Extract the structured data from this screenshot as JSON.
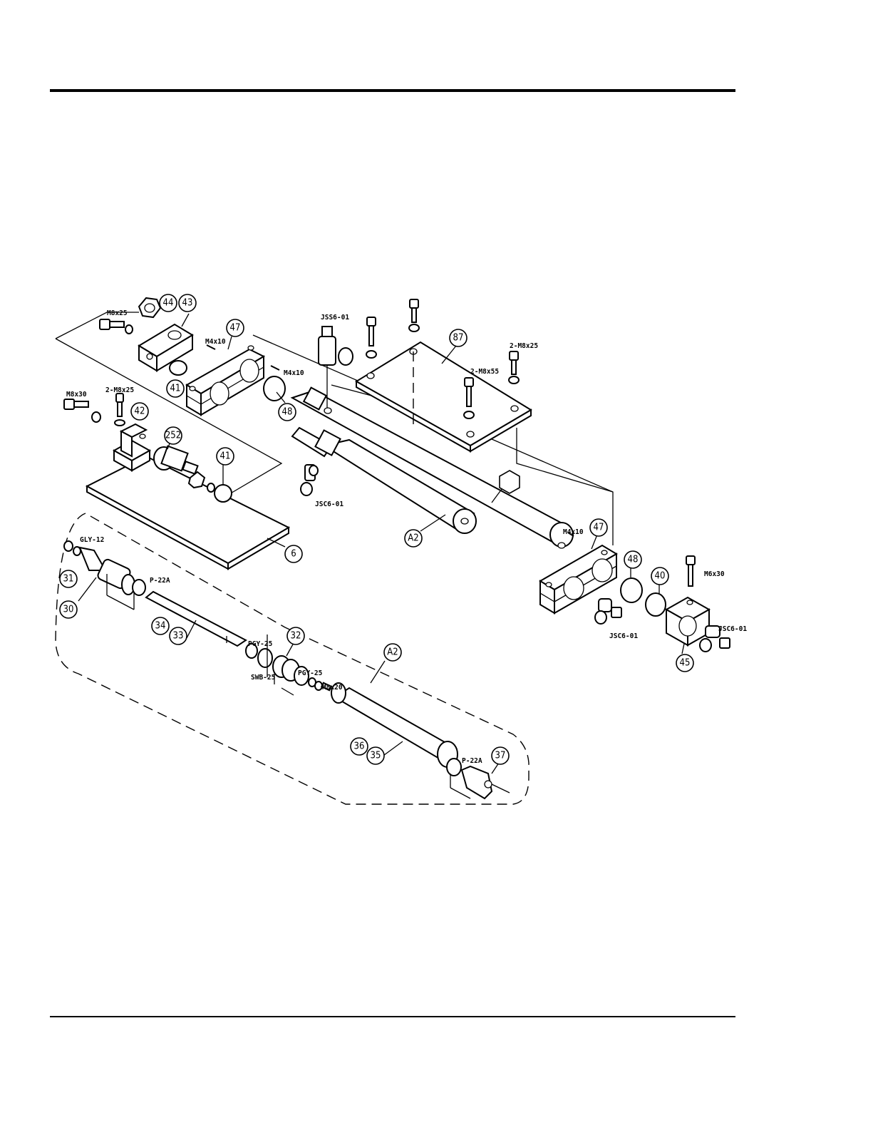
{
  "bubbles": [
    {
      "id": "b44",
      "label": "44"
    },
    {
      "id": "b43",
      "label": "43"
    },
    {
      "id": "b47a",
      "label": "47"
    },
    {
      "id": "b41a",
      "label": "41"
    },
    {
      "id": "b48a",
      "label": "48"
    },
    {
      "id": "b87",
      "label": "87"
    },
    {
      "id": "b42",
      "label": "42"
    },
    {
      "id": "b252",
      "label": "252"
    },
    {
      "id": "b41b",
      "label": "41"
    },
    {
      "id": "bA2a",
      "label": "A2"
    },
    {
      "id": "bblank",
      "label": ""
    },
    {
      "id": "b6",
      "label": "6"
    },
    {
      "id": "b47b",
      "label": "47"
    },
    {
      "id": "b48b",
      "label": "48"
    },
    {
      "id": "b40",
      "label": "40"
    },
    {
      "id": "b45",
      "label": "45"
    },
    {
      "id": "b31a",
      "label": "31"
    },
    {
      "id": "b30",
      "label": "30"
    },
    {
      "id": "b34",
      "label": "34"
    },
    {
      "id": "b33",
      "label": "33"
    },
    {
      "id": "b32",
      "label": "32"
    },
    {
      "id": "bA2b",
      "label": "A2"
    },
    {
      "id": "b36",
      "label": "36"
    },
    {
      "id": "b35",
      "label": "35"
    },
    {
      "id": "b37",
      "label": "37"
    }
  ],
  "labels": [
    {
      "id": "l_m8x25_a",
      "text": "M8x25"
    },
    {
      "id": "l_m4x10_a",
      "text": "M4x10"
    },
    {
      "id": "l_m4x10_b",
      "text": "M4x10"
    },
    {
      "id": "l_jss6",
      "text": "JSS6-01"
    },
    {
      "id": "l_2m8x25_a",
      "text": "2-M8x25"
    },
    {
      "id": "l_2m8x55",
      "text": "2-M8x55"
    },
    {
      "id": "l_m8x30",
      "text": "M8x30"
    },
    {
      "id": "l_2m8x25_b",
      "text": "2-M8x25"
    },
    {
      "id": "l_jsc6_a",
      "text": "JSC6-01"
    },
    {
      "id": "l_m4x10_c",
      "text": "M4x10"
    },
    {
      "id": "l_m6x30",
      "text": "M6x30"
    },
    {
      "id": "l_jsc6_b",
      "text": "JSC6-01"
    },
    {
      "id": "l_jsc6_c",
      "text": "JSC6-01"
    },
    {
      "id": "l_gly12",
      "text": "GLY-12"
    },
    {
      "id": "l_p22a_a",
      "text": "P-22A"
    },
    {
      "id": "l_pgy25_a",
      "text": "PGY-25"
    },
    {
      "id": "l_swb25",
      "text": "SWB-25"
    },
    {
      "id": "l_pgy25_b",
      "text": "PGY-25"
    },
    {
      "id": "l_m8x20",
      "text": "M8x20"
    },
    {
      "id": "l_p22a_b",
      "text": "P-22A"
    }
  ]
}
